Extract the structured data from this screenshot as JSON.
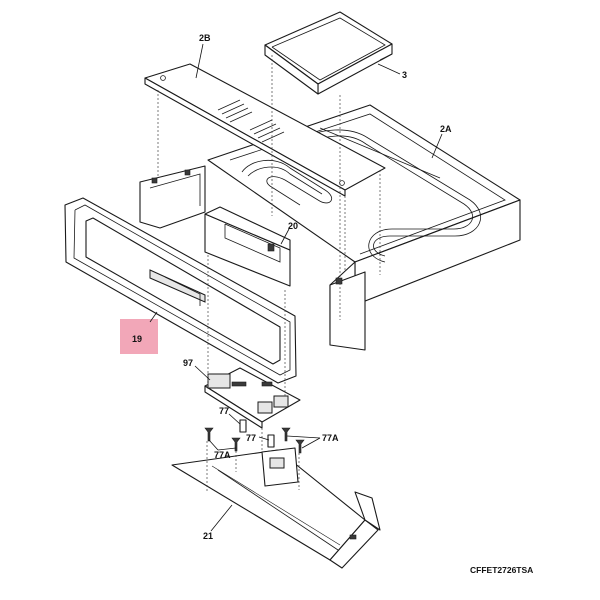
{
  "diagram": {
    "drawing_code": "CFFET2726TSA",
    "highlight_color": "#f2a7b8",
    "callouts": [
      {
        "id": "2b",
        "text": "2B"
      },
      {
        "id": "3",
        "text": "3"
      },
      {
        "id": "2a",
        "text": "2A"
      },
      {
        "id": "20",
        "text": "20"
      },
      {
        "id": "19",
        "text": "19"
      },
      {
        "id": "97",
        "text": "97"
      },
      {
        "id": "77-left",
        "text": "77"
      },
      {
        "id": "77-center",
        "text": "77"
      },
      {
        "id": "77a-left",
        "text": "77A"
      },
      {
        "id": "77a-right",
        "text": "77A"
      },
      {
        "id": "21",
        "text": "21"
      }
    ]
  }
}
